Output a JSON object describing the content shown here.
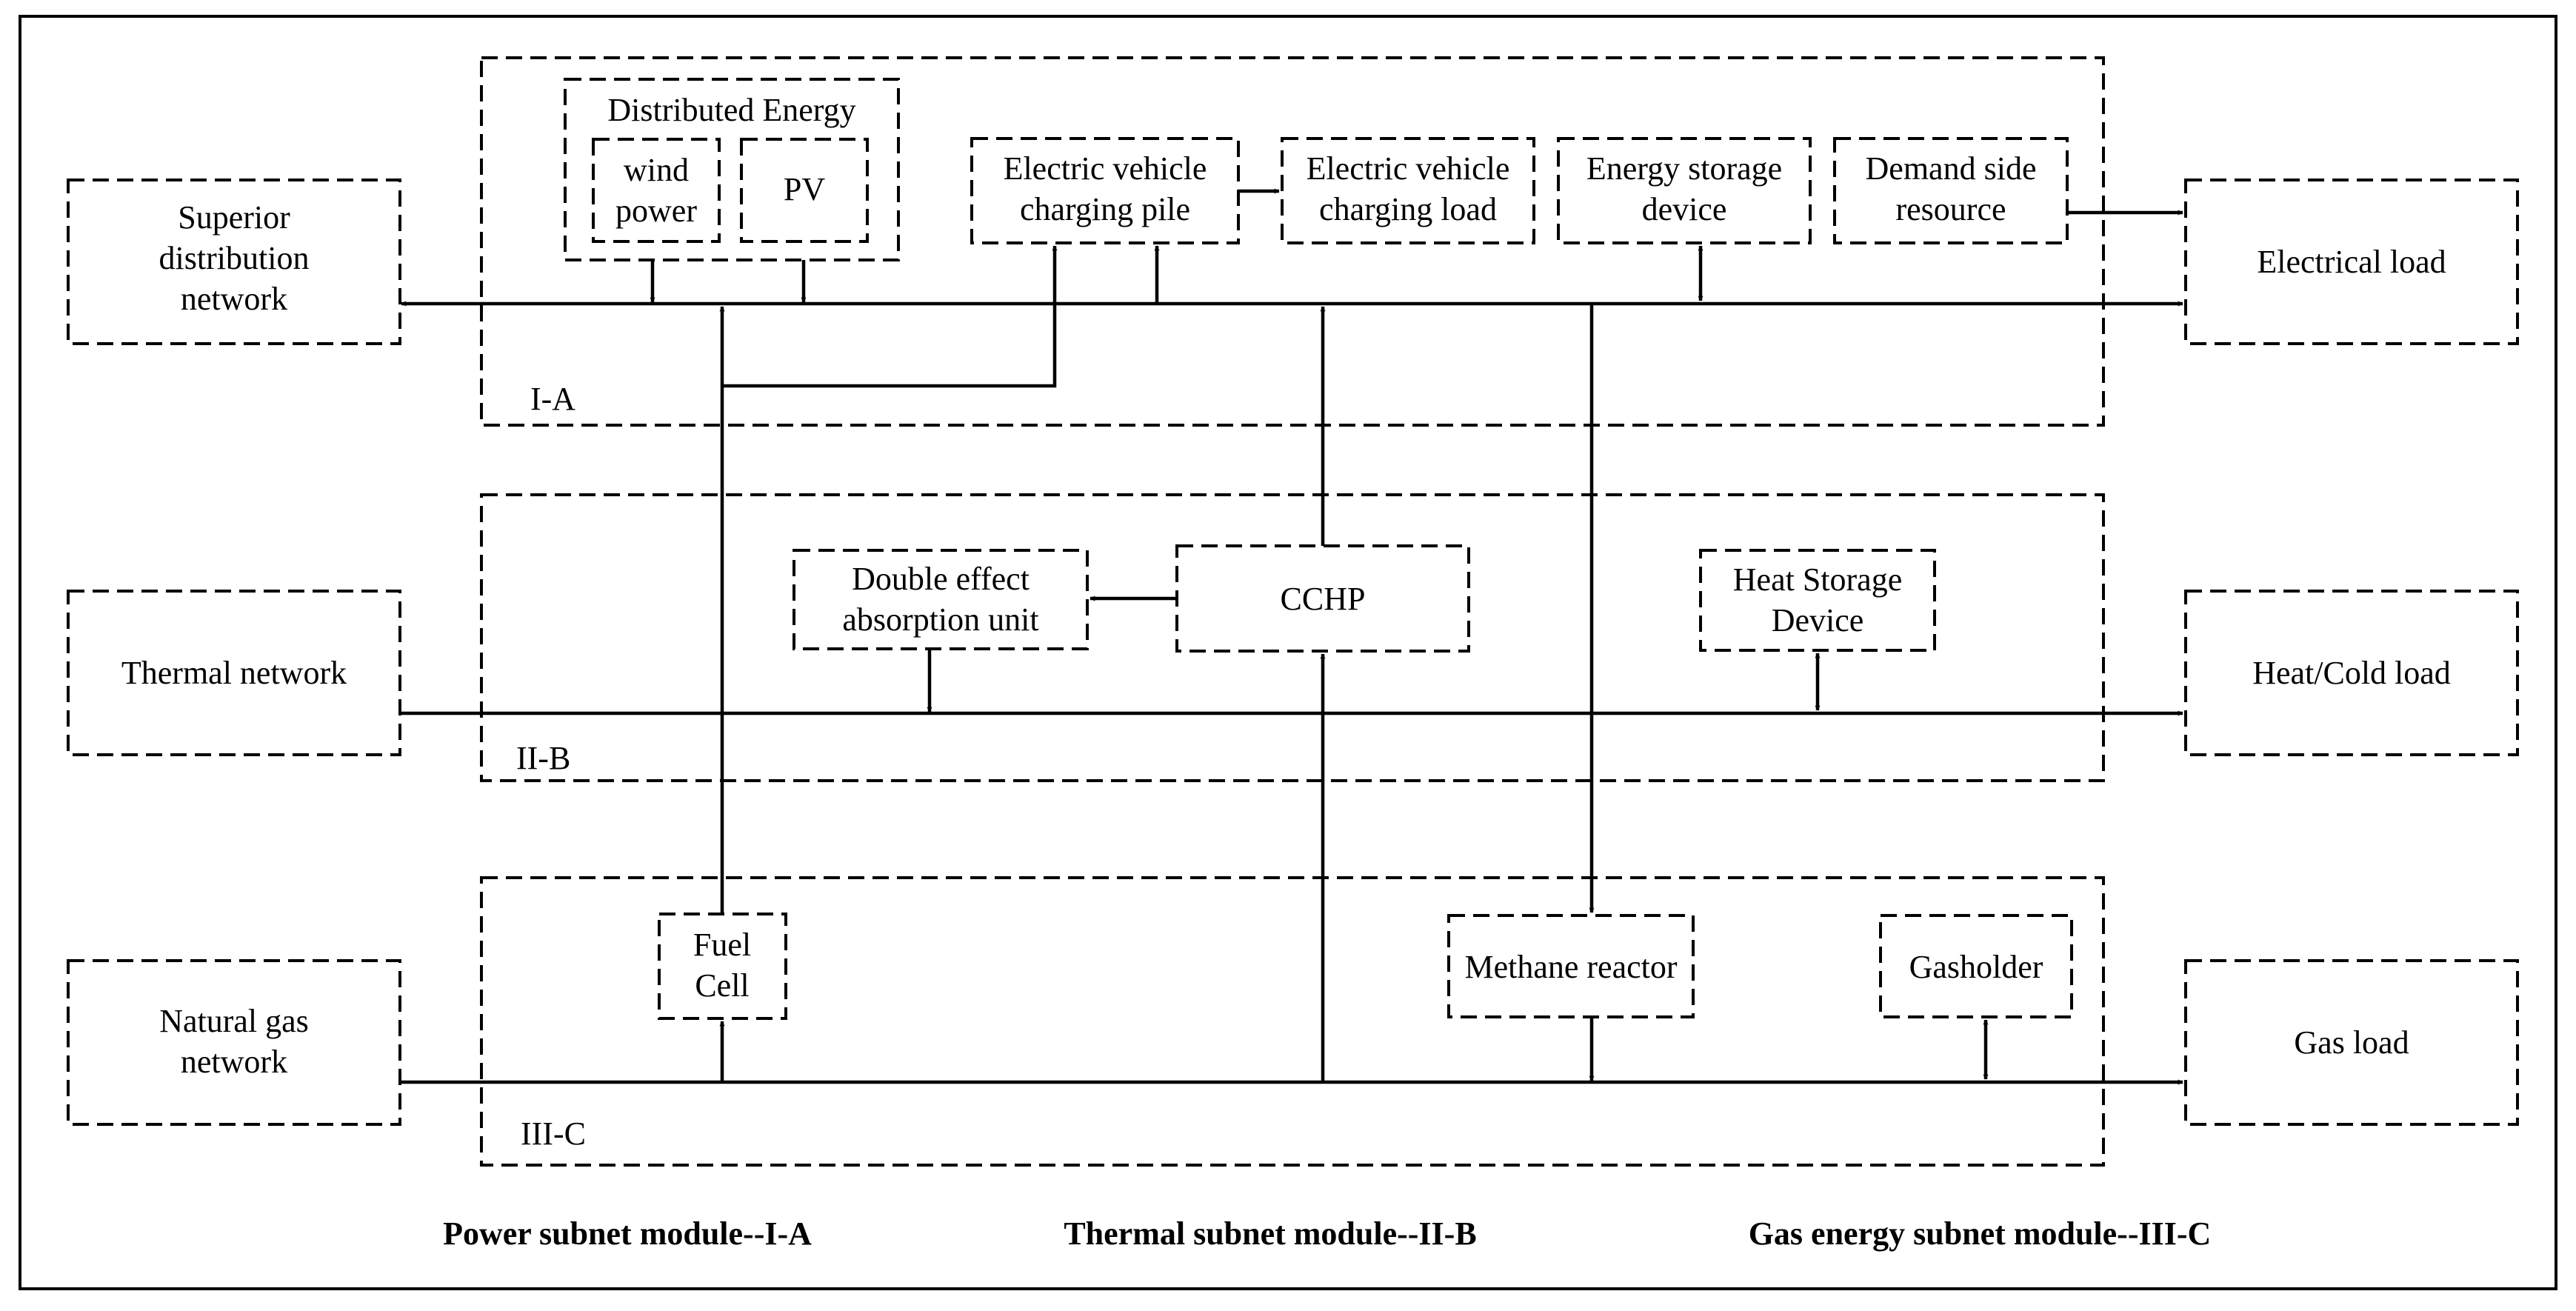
{
  "external": {
    "superior_l1": "Superior",
    "superior_l2": "distribution",
    "superior_l3": "network",
    "thermal_network": "Thermal network",
    "gas_l1": "Natural gas",
    "gas_l2": "network",
    "electrical_load": "Electrical load",
    "heat_cold_load": "Heat/Cold load",
    "gas_load": "Gas load"
  },
  "module_a": {
    "tag": "I-A",
    "distributed_energy": "Distributed Energy",
    "wind_l1": "wind",
    "wind_l2": "power",
    "pv": "PV",
    "ev_pile_l1": "Electric vehicle",
    "ev_pile_l2": "charging pile",
    "ev_load_l1": "Electric vehicle",
    "ev_load_l2": "charging load",
    "storage_l1": "Energy storage",
    "storage_l2": "device",
    "demand_l1": "Demand side",
    "demand_l2": "resource"
  },
  "module_b": {
    "tag": "II-B",
    "absorption_l1": "Double effect",
    "absorption_l2": "absorption unit",
    "cchp": "CCHP",
    "heat_storage_l1": "Heat Storage",
    "heat_storage_l2": "Device"
  },
  "module_c": {
    "tag": "III-C",
    "fuel_l1": "Fuel",
    "fuel_l2": "Cell",
    "methane": "Methane reactor",
    "gasholder": "Gasholder"
  },
  "footer": {
    "power": "Power subnet module--I-A",
    "thermal": "Thermal subnet module--II-B",
    "gas": "Gas energy subnet module--III-C"
  }
}
